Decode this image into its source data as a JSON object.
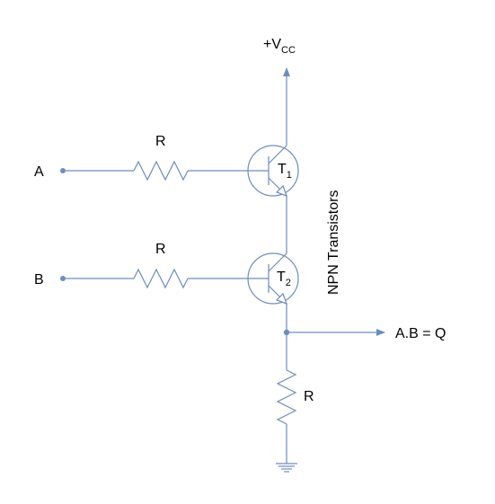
{
  "diagram": {
    "supply": {
      "main": "+V",
      "sub": "CC"
    },
    "inputs": {
      "a": "A",
      "b": "B"
    },
    "resistors": {
      "r1": "R",
      "r2": "R",
      "r3": "R"
    },
    "transistors": {
      "t1": {
        "main": "T",
        "sub": "1"
      },
      "t2": {
        "main": "T",
        "sub": "2"
      }
    },
    "output": "A.B = Q",
    "side_label": "NPN Transistors",
    "colors": {
      "wire": "#6c8ebf",
      "text": "#000000",
      "background": "#ffffff"
    }
  }
}
